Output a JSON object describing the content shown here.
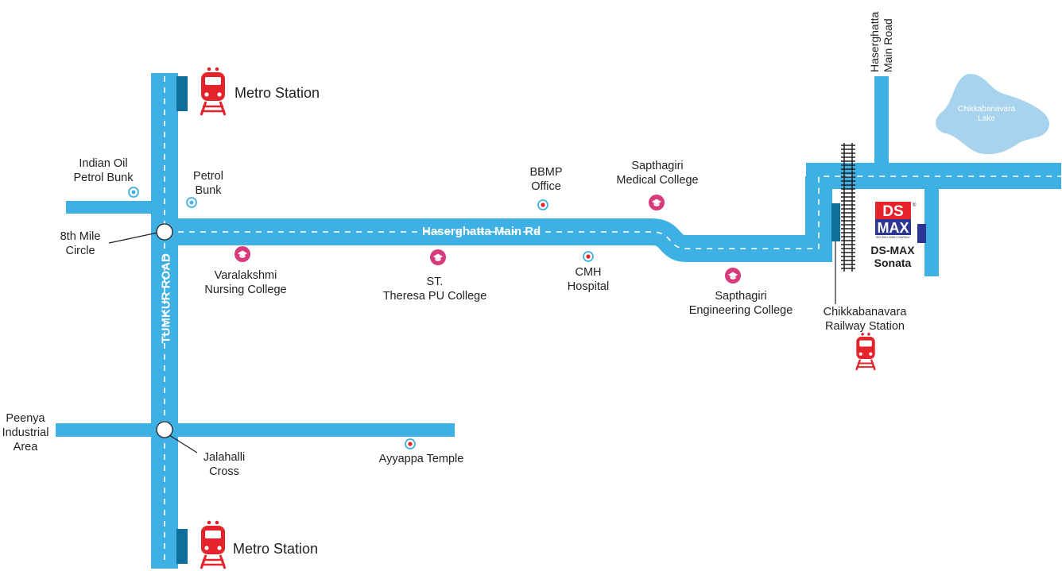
{
  "roads": {
    "main_road": "Haserghatta Main Rd",
    "tumkur_road": "TUMKUR ROAD",
    "haserghatta_north": "Haserghatta\nMain Road"
  },
  "metro": {
    "top_label": "Metro Station",
    "bottom_label": "Metro Station"
  },
  "junctions": {
    "eighth_mile": "8th Mile\nCircle",
    "jalahalli": "Jalahalli\nCross"
  },
  "places": {
    "indian_oil": "Indian Oil\nPetrol Bunk",
    "petrol_bunk": "Petrol\nBunk",
    "bbmp": "BBMP\nOffice",
    "sapthagiri_medical": "Sapthagiri\nMedical College",
    "varalakshmi": "Varalakshmi\nNursing College",
    "st_theresa": "ST.\nTheresa PU College",
    "cmh": "CMH\nHospital",
    "sapthagiri_engineering": "Sapthagiri\nEngineering College",
    "railway_station": "Chikkabanavara\nRailway Station",
    "peenya": "Peenya\nIndustrial\nArea",
    "ayyappa": "Ayyappa Temple",
    "lake": "Chikkabanavara\nLake"
  },
  "project": {
    "logo_top": "DS",
    "logo_bottom": "MAX",
    "logo_tagline": "ISO 9001:2008 COMPANY",
    "name": "DS-MAX\nSonata"
  },
  "colors": {
    "road": "#3fb0e3",
    "road_dash": "#ffffff",
    "metro_block": "#0f6e9c",
    "train": "#e4232b",
    "college_icon": "#d83b7c",
    "poi_ring": "#3fb0e3",
    "poi_red": "#e4232b",
    "lake": "#a7d3ee",
    "dsmax_blue": "#2c3592"
  }
}
